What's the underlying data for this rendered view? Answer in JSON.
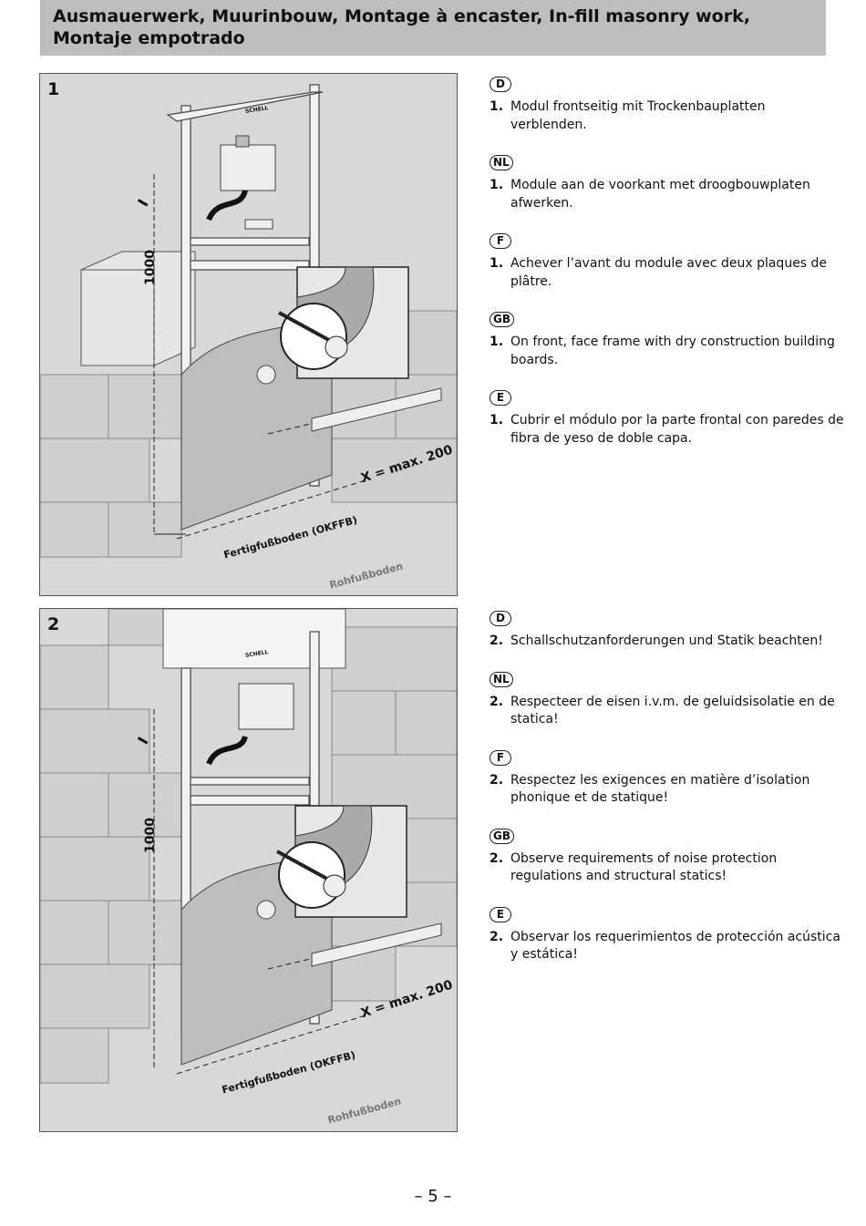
{
  "header": {
    "title": "Ausmauerwerk, Muurinbouw, Montage à encaster, In-fill masonry work, Montaje empotrado"
  },
  "figures": [
    {
      "number": "1",
      "dimension": "1000",
      "section_mark": "I",
      "max_label": "X = max. 200",
      "floor_finished": "Fertigfußboden (OKFFB)",
      "floor_raw": "Rohfußboden",
      "brand": "SCHELL"
    },
    {
      "number": "2",
      "dimension": "1000",
      "section_mark": "I",
      "max_label": "X = max. 200",
      "floor_finished": "Fertigfußboden (OKFFB)",
      "floor_raw": "Rohfußboden",
      "brand": "SCHELL"
    }
  ],
  "sections": [
    {
      "step": "1.",
      "items": [
        {
          "lang": "D",
          "text": "Modul frontseitig mit Trockenbauplatten verblenden."
        },
        {
          "lang": "NL",
          "text": "Module aan de voorkant met droogbouwplaten afwerken."
        },
        {
          "lang": "F",
          "text": "Achever l’avant du module avec deux plaques de plâtre."
        },
        {
          "lang": "GB",
          "text": "On front, face frame with dry construction building boards."
        },
        {
          "lang": "E",
          "text": "Cubrir el módulo por la parte frontal con paredes de fibra de yeso de doble capa."
        }
      ]
    },
    {
      "step": "2.",
      "items": [
        {
          "lang": "D",
          "text": "Schallschutzanforderungen und Statik beachten!"
        },
        {
          "lang": "NL",
          "text": "Respecteer de eisen i.v.m. de geluidsisolatie en de statica!"
        },
        {
          "lang": "F",
          "text": "Respectez les exigences en matière d’isolation phonique et de statique!"
        },
        {
          "lang": "GB",
          "text": "Observe requirements of noise protection regulations and structural statics!"
        },
        {
          "lang": "E",
          "text": "Observar los requerimientos de protección acústica y estática!"
        }
      ]
    }
  ],
  "footer": {
    "page": "– 5 –"
  }
}
